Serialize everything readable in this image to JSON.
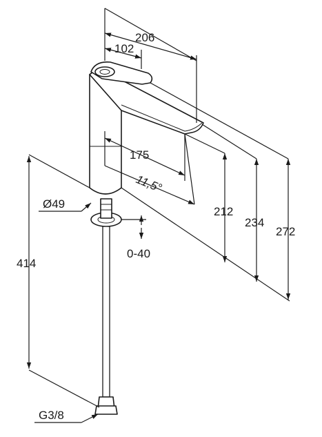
{
  "drawing": {
    "subject": "faucet-dimension-drawing",
    "dimensions": {
      "d206": "206",
      "d102": "102",
      "d175": "175",
      "angle": "11,5°",
      "d212": "212",
      "d234": "234",
      "d272": "272",
      "d414": "414",
      "diameter": "Ø49",
      "range": "0-40",
      "thread": "G3/8"
    }
  }
}
